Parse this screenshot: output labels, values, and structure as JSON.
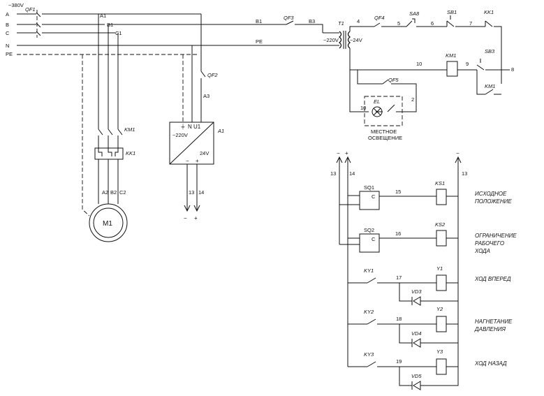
{
  "power": {
    "phase_labels": [
      "A",
      "B",
      "C",
      "N",
      "PE"
    ],
    "volt": "~380V",
    "qf1": "QF1",
    "a1": "A1",
    "b1": "B1",
    "c1": "C1",
    "km1": "KM1",
    "kk1": "KK1",
    "a2": "A2",
    "b2": "B2",
    "c2": "C2",
    "motor": "M1"
  },
  "psu": {
    "qf2": "QF2",
    "a3": "A3",
    "terms": "N  U1",
    "name": "A1",
    "vin": "~220V",
    "vout": "24V",
    "wire13": "13",
    "wire14": "14",
    "minus": "−",
    "plus": "+"
  },
  "control": {
    "b1": "B1",
    "pe": "PE",
    "qf3": "QF3",
    "b3": "B3",
    "t1": "T1",
    "t1_in": "~220V",
    "t1_out": "~24V",
    "n4": "4",
    "qf4": "QF4",
    "n5": "5",
    "sa8": "SA8",
    "n6": "6",
    "sb1": "SB1",
    "n7": "7",
    "kk1": "KK1",
    "n10": "10",
    "km1": "KM1",
    "n9": "9",
    "sb3": "SB3",
    "n8": "8",
    "km1c": "KM1",
    "qf5": "QF5",
    "el": "EL",
    "n10b": "10",
    "n2": "2",
    "light": [
      "МЕСТНОЕ",
      "ОСВЕЩЕНИЕ"
    ]
  },
  "dc": {
    "minus_top": "−",
    "plus_top": "+",
    "minus_r": "−",
    "w13": "13",
    "w14": "14",
    "w13r": "13",
    "sq1": "SQ1",
    "sq2": "SQ2",
    "c": "C",
    "n15": "15",
    "n16": "16",
    "ks1": "KS1",
    "ks2": "KS2",
    "ky1": "KY1",
    "ky2": "KY2",
    "ky3": "KY3",
    "n17": "17",
    "n18": "18",
    "n19": "19",
    "y1": "Y1",
    "y2": "Y2",
    "y3": "Y3",
    "vd3": "VD3",
    "vd4": "VD4",
    "vd5": "VD5"
  },
  "notes": [
    [
      "ИСХОДНОЕ",
      "ПОЛОЖЕНИЕ"
    ],
    [
      "ОГРАНИЧЕНИЕ",
      "РАБОЧЕГО",
      "ХОДА"
    ],
    [
      "ХОД ВПЕРЕД"
    ],
    [
      "НАГНЕТАНИЕ",
      "ДАВЛЕНИЯ"
    ],
    [
      "ХОД НАЗАД"
    ]
  ]
}
